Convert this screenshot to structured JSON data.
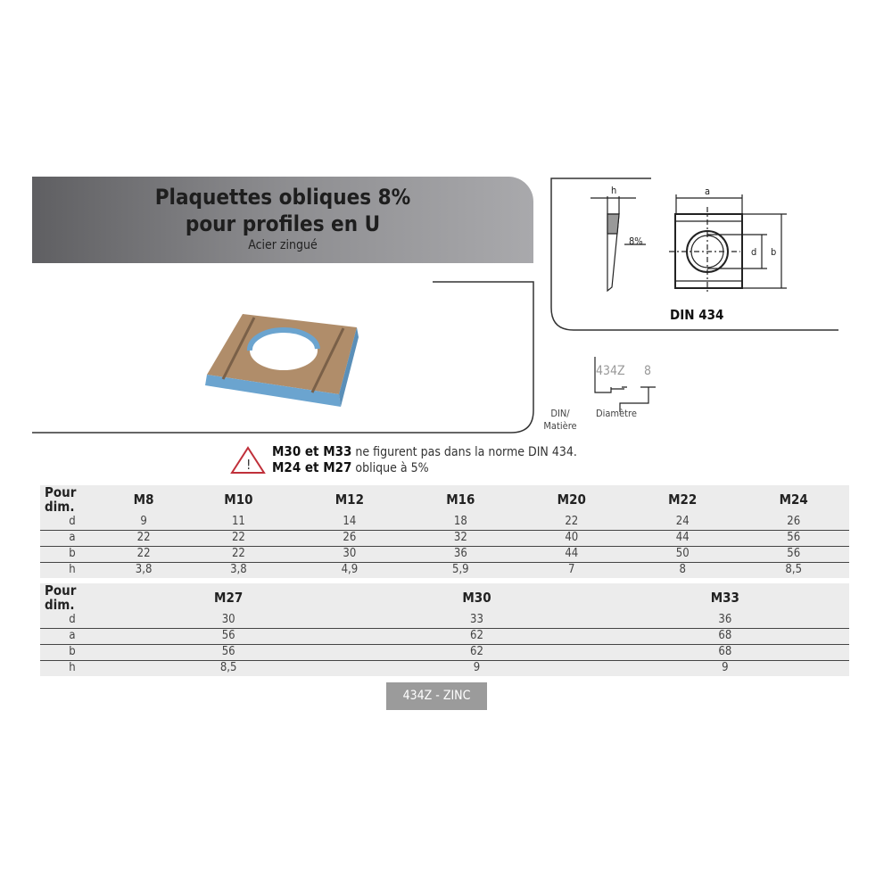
{
  "header": {
    "title_line1": "Plaquettes obliques 8%",
    "title_line2": "pour profiles en U",
    "subtitle": "Acier zingué"
  },
  "diagram": {
    "label_h": "h",
    "label_a": "a",
    "label_d": "d",
    "label_b": "b",
    "label_slope": "8%",
    "standard": "DIN 434"
  },
  "code": {
    "part1": "434Z",
    "part2": "8",
    "label1_line1": "DIN/",
    "label1_line2": "Matière",
    "label2": "Diamètre"
  },
  "warning": {
    "line1_bold": "M30 et M33",
    "line1_text": "ne figurent pas dans la norme DIN 434.",
    "line2_bold": "M24 et M27",
    "line2_text": "oblique à 5%"
  },
  "table1": {
    "header": [
      "Pour dim.",
      "M8",
      "M10",
      "M12",
      "M16",
      "M20",
      "M22",
      "M24"
    ],
    "rows": [
      [
        "d",
        "9",
        "11",
        "14",
        "18",
        "22",
        "24",
        "26"
      ],
      [
        "a",
        "22",
        "22",
        "26",
        "32",
        "40",
        "44",
        "56"
      ],
      [
        "b",
        "22",
        "22",
        "30",
        "36",
        "44",
        "50",
        "56"
      ],
      [
        "h",
        "3,8",
        "3,8",
        "4,9",
        "5,9",
        "7",
        "8",
        "8,5"
      ]
    ]
  },
  "table2": {
    "header": [
      "Pour dim.",
      "M27",
      "M30",
      "M33",
      "",
      "",
      "",
      ""
    ],
    "rows": [
      [
        "d",
        "30",
        "33",
        "36",
        "",
        "",
        "",
        ""
      ],
      [
        "a",
        "56",
        "62",
        "68",
        "",
        "",
        "",
        ""
      ],
      [
        "b",
        "56",
        "62",
        "68",
        "",
        "",
        "",
        ""
      ],
      [
        "h",
        "8,5",
        "9",
        "9",
        "",
        "",
        "",
        ""
      ]
    ]
  },
  "badge": "434Z - ZINC"
}
